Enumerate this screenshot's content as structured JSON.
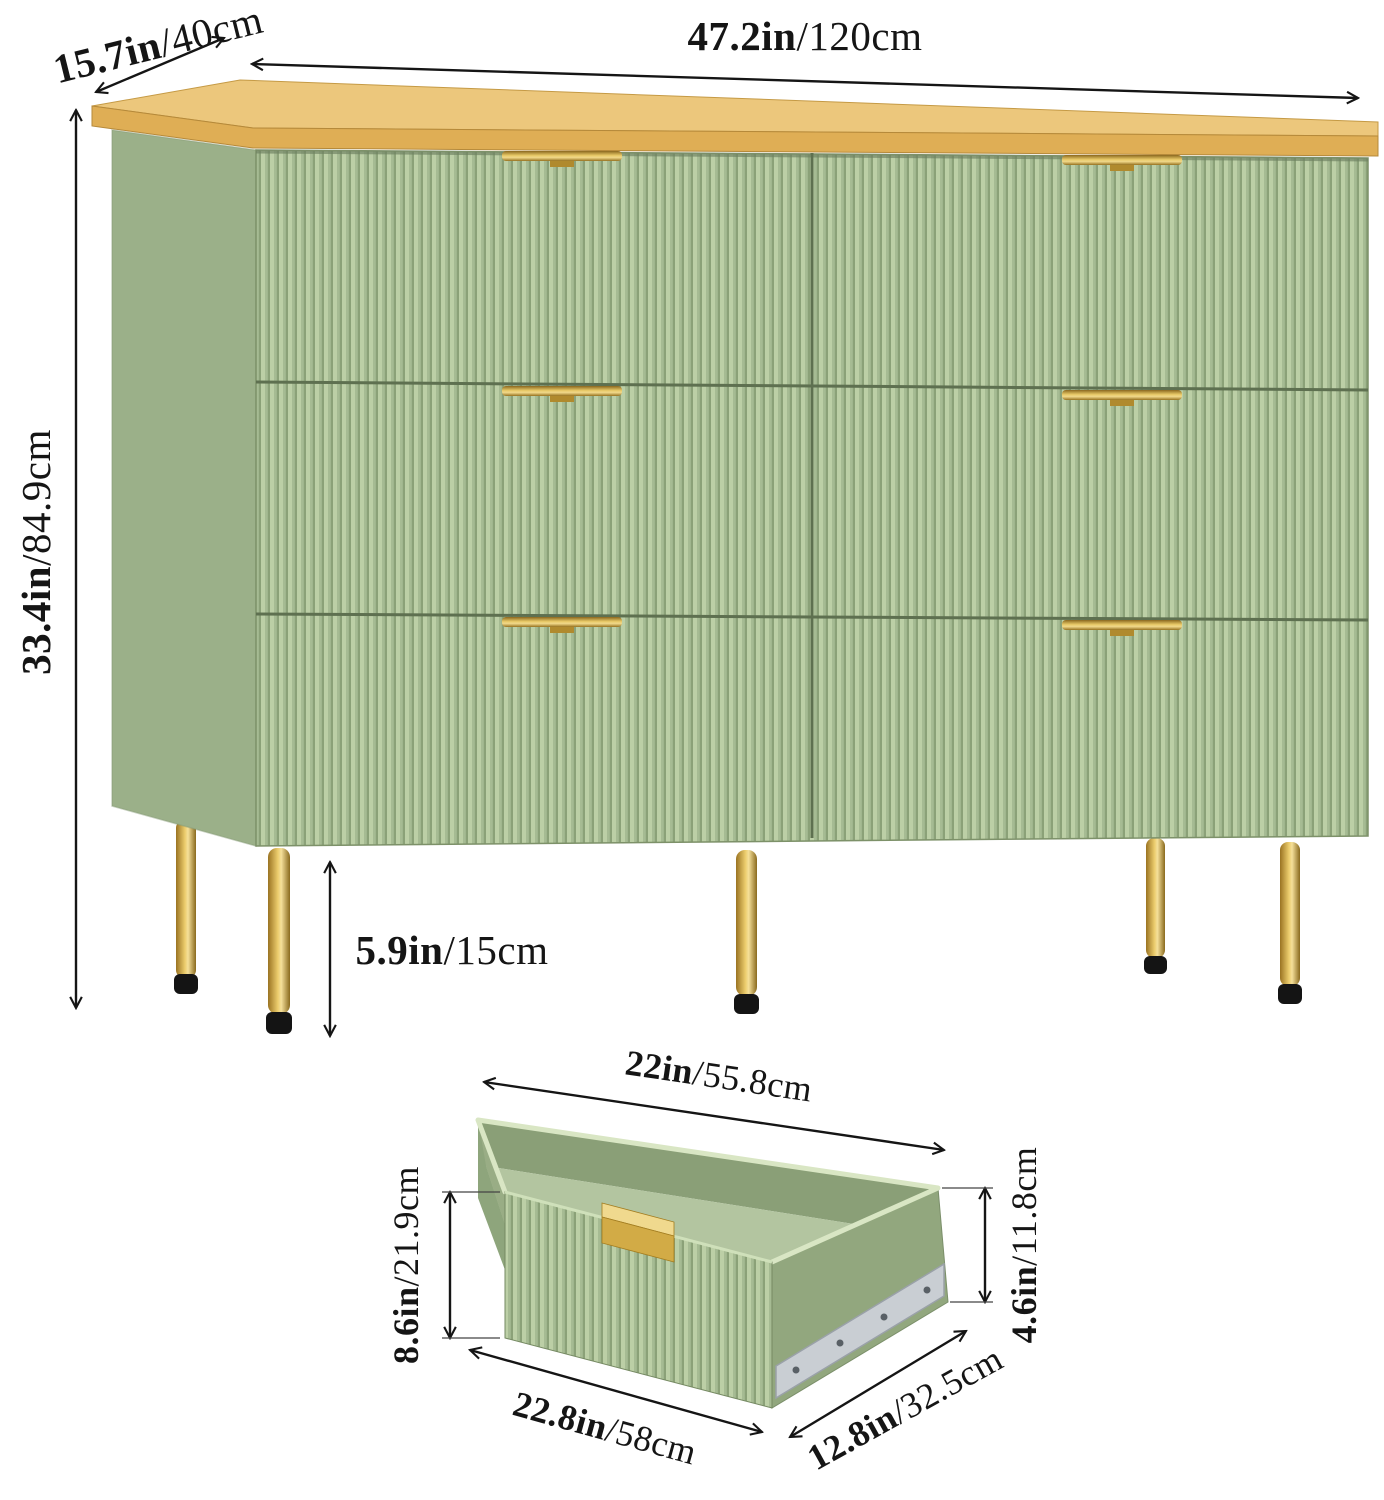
{
  "dimensions": {
    "depth": {
      "in": "15.7in",
      "cm": "/40cm"
    },
    "width": {
      "in": "47.2in",
      "cm": "/120cm"
    },
    "height": {
      "in": "33.4in",
      "cm": "/84.9cm"
    },
    "leg_height": {
      "in": "5.9in",
      "cm": "/15cm"
    },
    "drawer_top_width": {
      "in": "22in",
      "cm": "/55.8cm"
    },
    "drawer_front_height": {
      "in": "8.6in",
      "cm": "/21.9cm"
    },
    "drawer_side_height": {
      "in": "4.6in",
      "cm": "/11.8cm"
    },
    "drawer_front_width": {
      "in": "22.8in",
      "cm": "/58cm"
    },
    "drawer_depth": {
      "in": "12.8in",
      "cm": "/32.5cm"
    }
  },
  "colors": {
    "body_green": "#a6bb93",
    "side_green": "#9bb089",
    "flute_highlight": "#bccfa6",
    "flute_shadow": "#8ba178",
    "wood_top": "#ecc77c",
    "wood_edge": "#dfae55",
    "gold": "#d8b254",
    "leg_foot_black": "#141414",
    "dimension_text": "#151515",
    "background": "#ffffff"
  }
}
